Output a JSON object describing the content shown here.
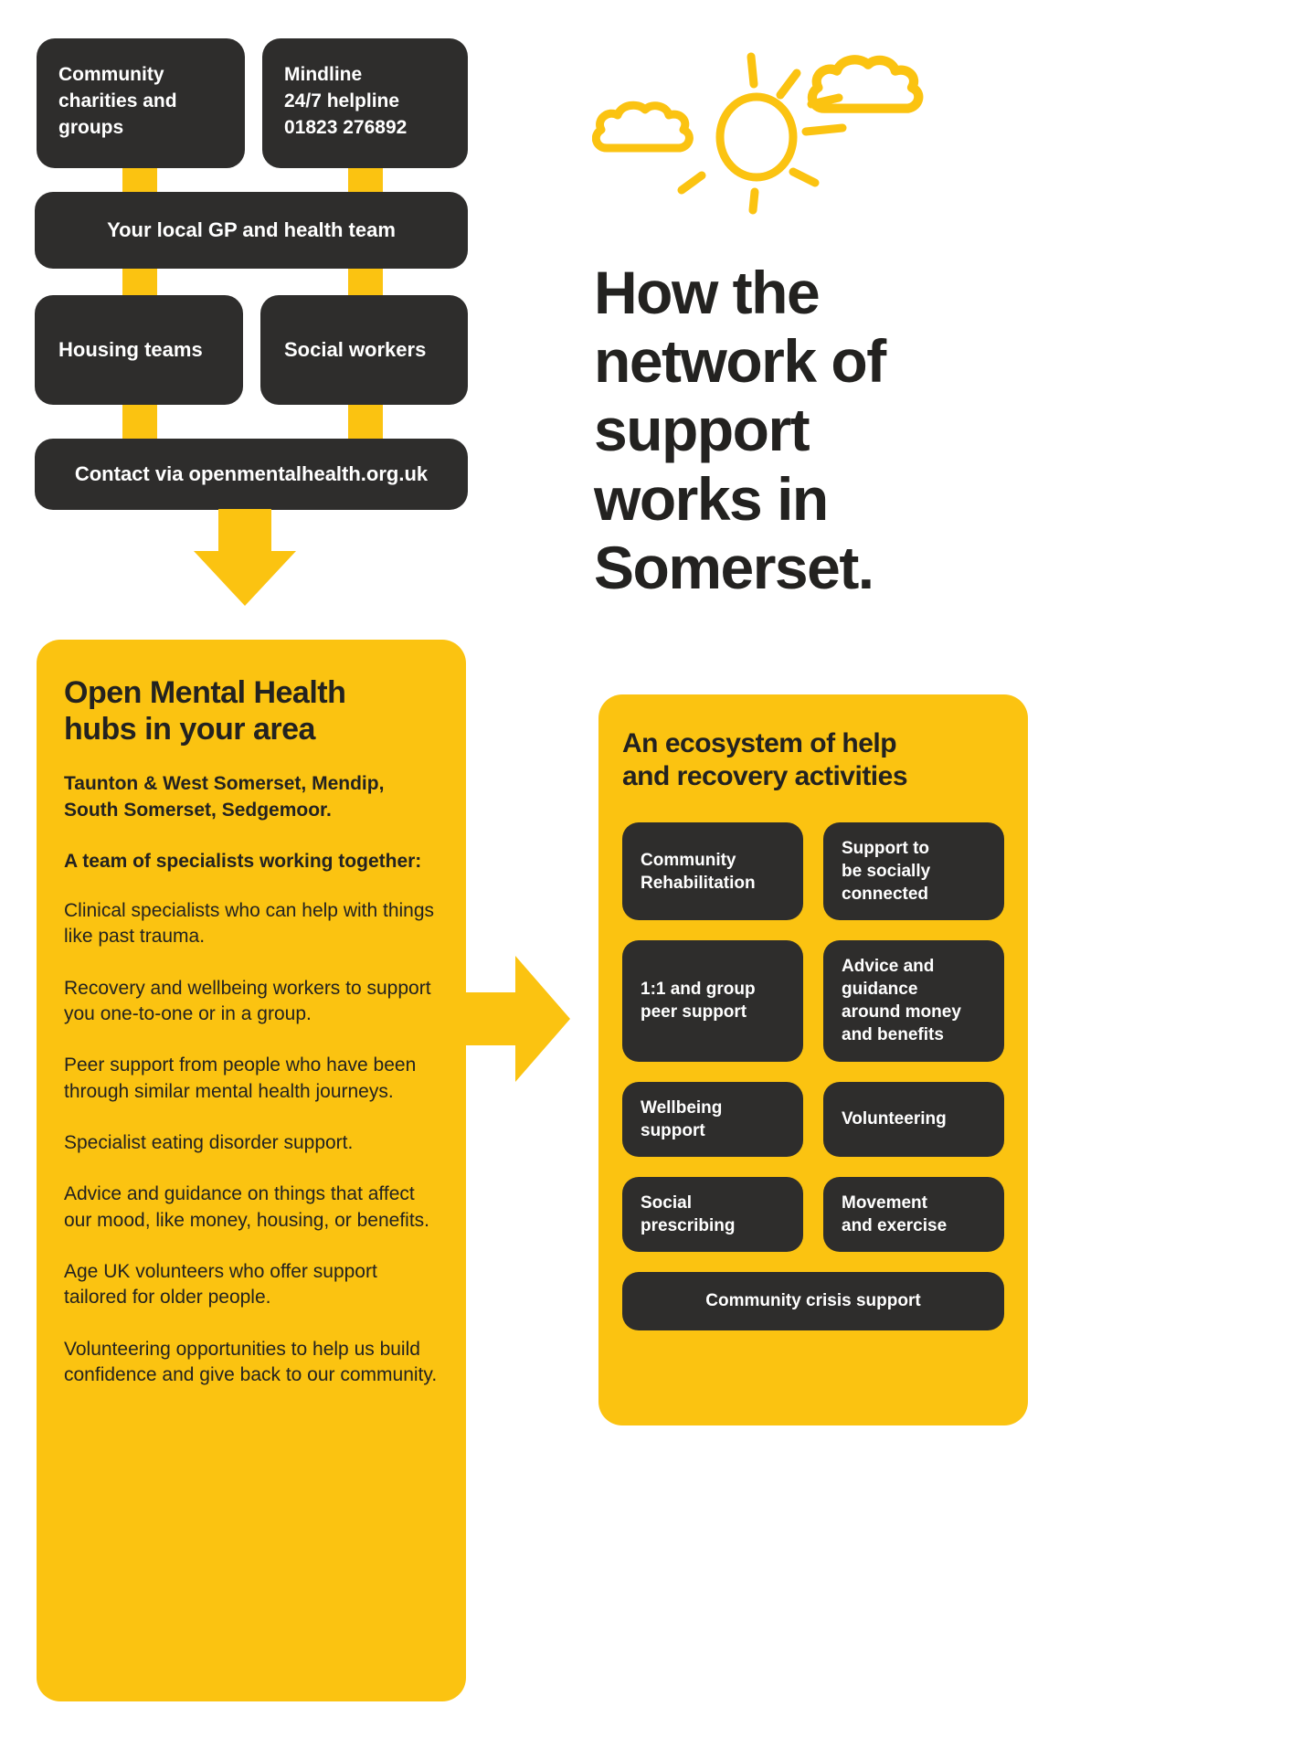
{
  "colors": {
    "yellow": "#fbc311",
    "dark": "#2e2d2c",
    "ink": "#232220"
  },
  "flowchart": {
    "community_box": "Community\ncharities and\ngroups",
    "mindline_box": "Mindline\n24/7 helpline\n01823 276892",
    "gp_box": "Your local GP and health team",
    "housing_box": "Housing teams",
    "social_box": "Social workers",
    "contact_box": "Contact via openmentalhealth.org.uk"
  },
  "header": {
    "title": "How the\nnetwork of\nsupport\nworks in\nSomerset."
  },
  "hub_card": {
    "title": "Open Mental Health\nhubs in your area",
    "areas": "Taunton & West Somerset, Mendip,\nSouth Somerset, Sedgemoor.",
    "team_heading": "A team of specialists working together:",
    "paragraphs": [
      "Clinical specialists who can help with things like past trauma.",
      "Recovery and wellbeing workers to support you one-to-one or in a group.",
      "Peer support from people who have been through similar mental health journeys.",
      "Specialist eating disorder support.",
      "Advice and guidance on things that affect our mood, like money, housing, or benefits.",
      "Age UK volunteers who offer support tailored for older people.",
      "Volunteering opportunities to help us build confidence and give back to our community."
    ]
  },
  "ecosystem_card": {
    "title": "An ecosystem of help\nand recovery activities",
    "boxes": [
      "Community\nRehabilitation",
      "Support to\nbe socially\nconnected",
      "1:1 and group\npeer support",
      "Advice and\nguidance\naround money\nand benefits",
      "Wellbeing\nsupport",
      "Volunteering",
      "Social\nprescribing",
      "Movement\nand exercise"
    ],
    "full_width_box": "Community crisis support"
  }
}
